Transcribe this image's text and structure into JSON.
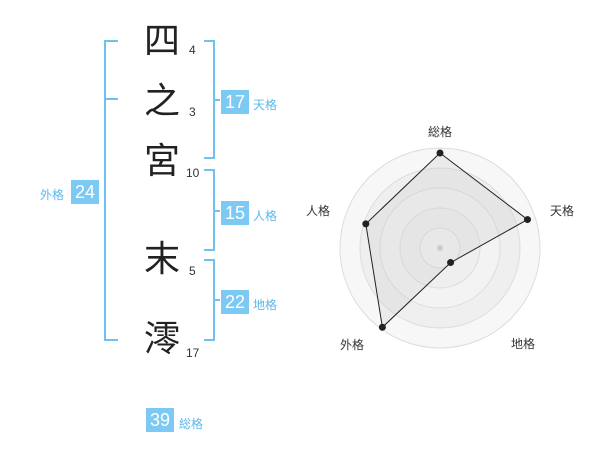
{
  "name": {
    "chars": [
      {
        "char": "四",
        "strokes": "4"
      },
      {
        "char": "之",
        "strokes": "3"
      },
      {
        "char": "宮",
        "strokes": "10"
      },
      {
        "char": "末",
        "strokes": "5"
      },
      {
        "char": "澪",
        "strokes": "17"
      }
    ]
  },
  "fortune": {
    "tenkaku": {
      "value": "17",
      "label": "天格"
    },
    "jinkaku": {
      "value": "15",
      "label": "人格"
    },
    "chikaku": {
      "value": "22",
      "label": "地格"
    },
    "gaikaku": {
      "value": "24",
      "label": "外格"
    },
    "soukaku": {
      "value": "39",
      "label": "総格"
    }
  },
  "colors": {
    "accent": "#7ccaf3",
    "bracket": "#6ec1f0",
    "radar_fill": "#eeeeee",
    "radar_line": "#222222"
  },
  "chart_data": {
    "type": "radar",
    "axes": [
      "総格",
      "天格",
      "地格",
      "外格",
      "人格"
    ],
    "values": [
      0.95,
      0.92,
      0.18,
      0.98,
      0.78
    ]
  }
}
